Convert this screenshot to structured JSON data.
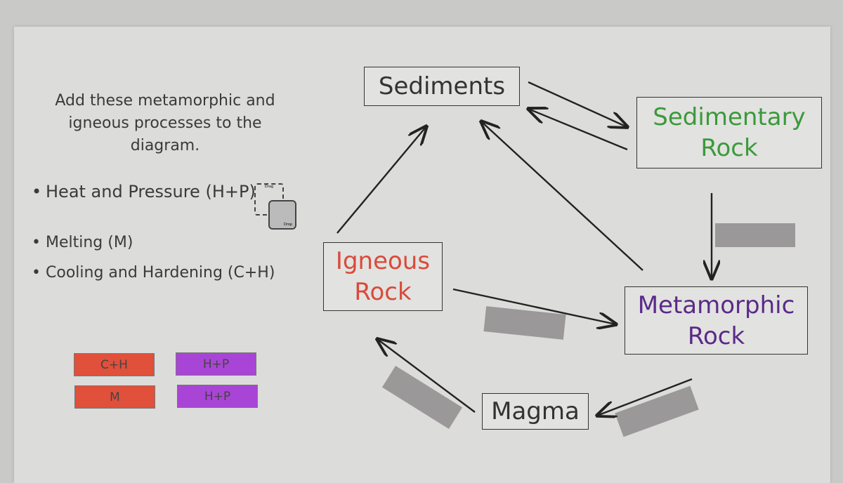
{
  "instructions": "Add these metamorphic and igneous processes to the diagram.",
  "processes": [
    "Heat and Pressure (H+P)",
    "Melting (M)",
    "Cooling and Hardening (C+H)"
  ],
  "drag_drop_icon": {
    "drag": "Drag",
    "drop": "Drop"
  },
  "tags": [
    {
      "label": "C+H",
      "color": "#e0503a"
    },
    {
      "label": "H+P",
      "color": "#a945d6"
    },
    {
      "label": "M",
      "color": "#e0503a"
    },
    {
      "label": "H+P",
      "color": "#a945d6"
    }
  ],
  "nodes": {
    "sediments": {
      "line1": "Sediments",
      "color": "#333333"
    },
    "sedimentary": {
      "line1": "Sedimentary",
      "line2": "Rock",
      "color": "#3a9a3a"
    },
    "igneous": {
      "line1": "Igneous",
      "line2": "Rock",
      "color": "#d94a3a"
    },
    "metamorphic": {
      "line1": "Metamorphic",
      "line2": "Rock",
      "color": "#5a2a8a"
    },
    "magma": {
      "line1": "Magma",
      "color": "#333333"
    }
  }
}
